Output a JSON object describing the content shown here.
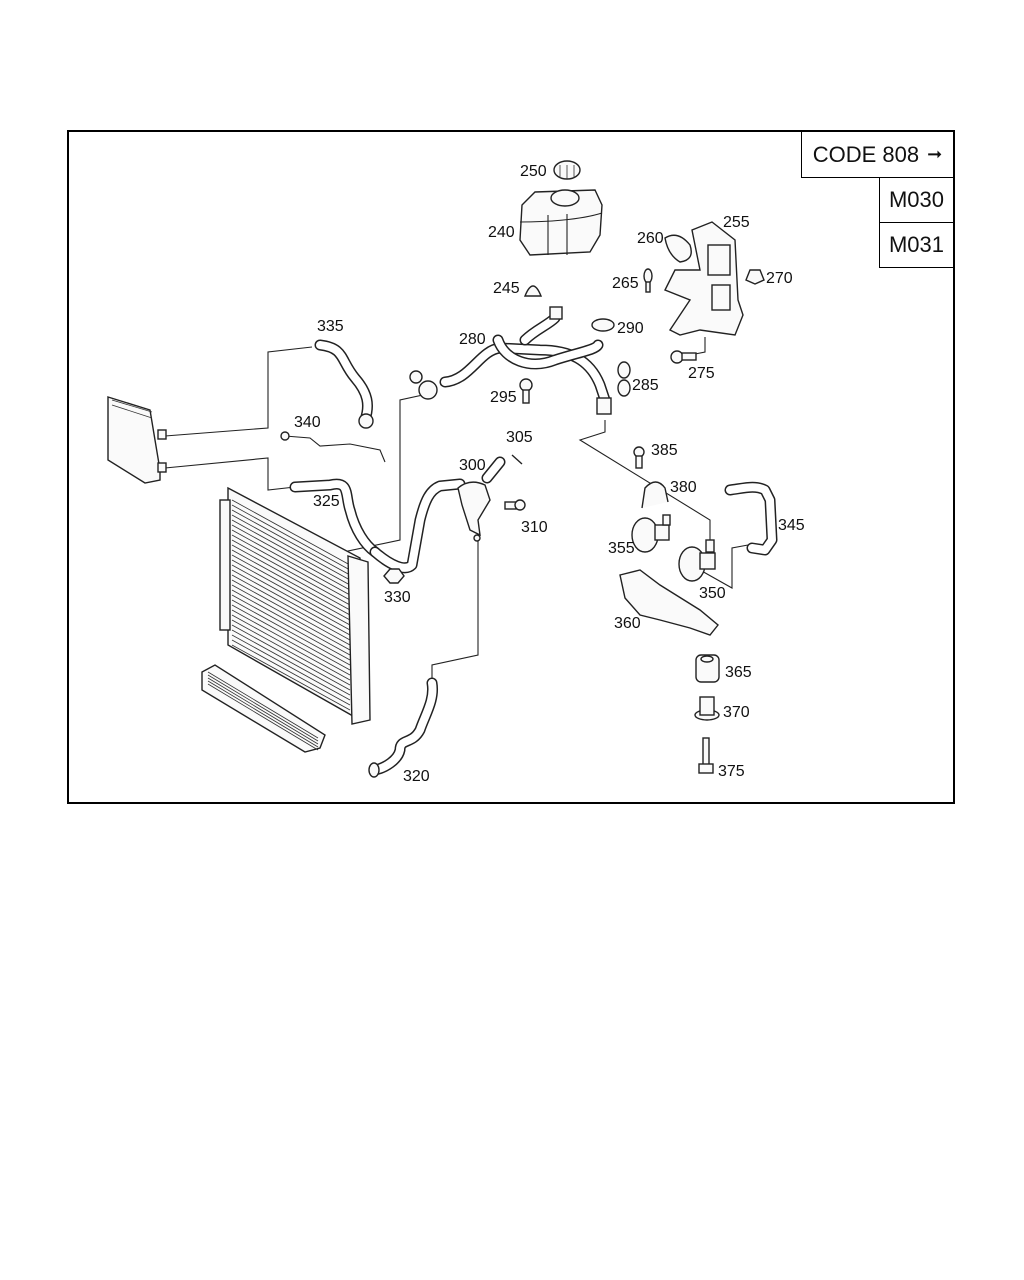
{
  "header": {
    "code_label": "CODE 808",
    "code_arrow": "➞",
    "model_codes": [
      "M030",
      "M031"
    ]
  },
  "parts": [
    {
      "number": "240",
      "name": "expansion-tank"
    },
    {
      "number": "245",
      "name": "cap-plug"
    },
    {
      "number": "250",
      "name": "tank-cap"
    },
    {
      "number": "255",
      "name": "bracket"
    },
    {
      "number": "260",
      "name": "clip"
    },
    {
      "number": "265",
      "name": "sensor"
    },
    {
      "number": "270",
      "name": "nut"
    },
    {
      "number": "275",
      "name": "screw"
    },
    {
      "number": "280",
      "name": "coolant-hose"
    },
    {
      "number": "285",
      "name": "hose-clamp"
    },
    {
      "number": "290",
      "name": "o-ring"
    },
    {
      "number": "295",
      "name": "bolt"
    },
    {
      "number": "300",
      "name": "coolant-pipe"
    },
    {
      "number": "305",
      "name": "seal-ring"
    },
    {
      "number": "310",
      "name": "bolt"
    },
    {
      "number": "320",
      "name": "hose"
    },
    {
      "number": "325",
      "name": "hose"
    },
    {
      "number": "330",
      "name": "nut"
    },
    {
      "number": "335",
      "name": "hose"
    },
    {
      "number": "340",
      "name": "line"
    },
    {
      "number": "345",
      "name": "hose"
    },
    {
      "number": "350",
      "name": "water-pump"
    },
    {
      "number": "355",
      "name": "water-pump"
    },
    {
      "number": "360",
      "name": "holder"
    },
    {
      "number": "365",
      "name": "rubber-mount"
    },
    {
      "number": "370",
      "name": "spacer"
    },
    {
      "number": "375",
      "name": "bolt"
    },
    {
      "number": "380",
      "name": "bracket-clamp"
    },
    {
      "number": "385",
      "name": "bolt"
    }
  ]
}
